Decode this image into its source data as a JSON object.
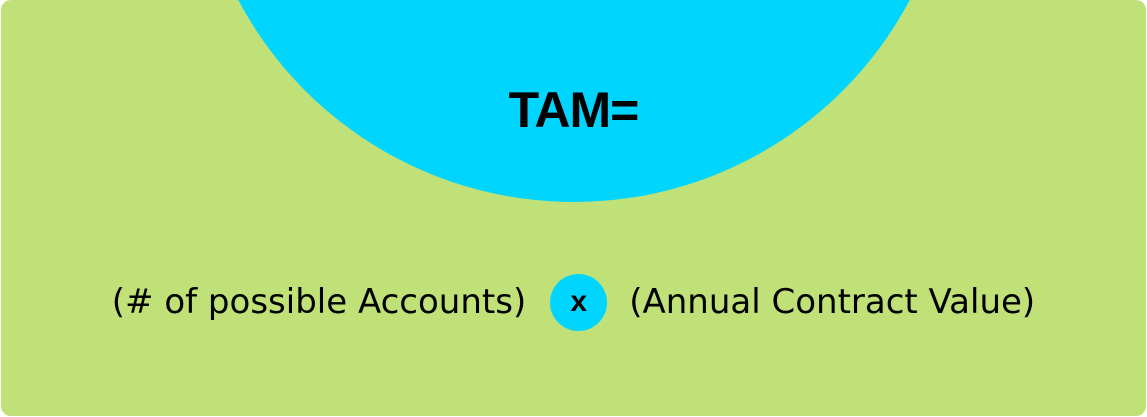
{
  "colors": {
    "background": "#c0e177",
    "accent": "#00d5ff",
    "text": "#000000"
  },
  "header": {
    "title": "TAM="
  },
  "formula": {
    "left_term": "(# of possible Accounts)",
    "operator": "x",
    "operator_icon": "multiply-icon",
    "right_term": "(Annual Contract Value)"
  }
}
